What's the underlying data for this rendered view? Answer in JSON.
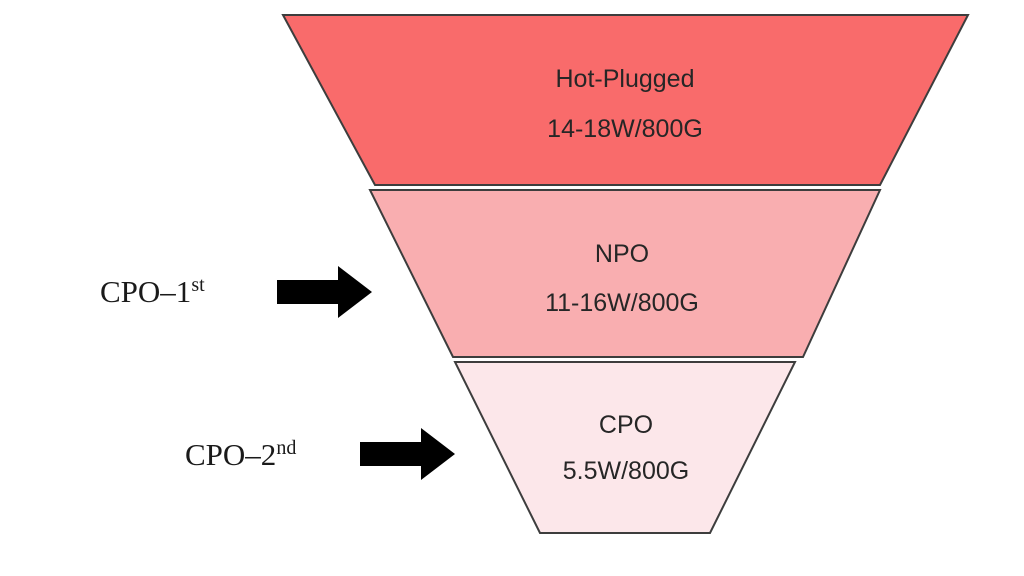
{
  "funnel": {
    "tiers": [
      {
        "label": "Hot-Plugged",
        "value": "14-18W/800G",
        "color": "#f96b6b"
      },
      {
        "label": "NPO",
        "value": "11-16W/800G",
        "color": "#f9aeb0"
      },
      {
        "label": "CPO",
        "value": "5.5W/800G",
        "color": "#fce7ea"
      }
    ],
    "outline_color": "#3d3d3d",
    "text_color": "#262626"
  },
  "annotations": [
    {
      "text": "CPO–1",
      "sup": "st"
    },
    {
      "text": "CPO–2",
      "sup": "nd"
    }
  ],
  "arrow_color": "#000000",
  "background_color": "#ffffff"
}
